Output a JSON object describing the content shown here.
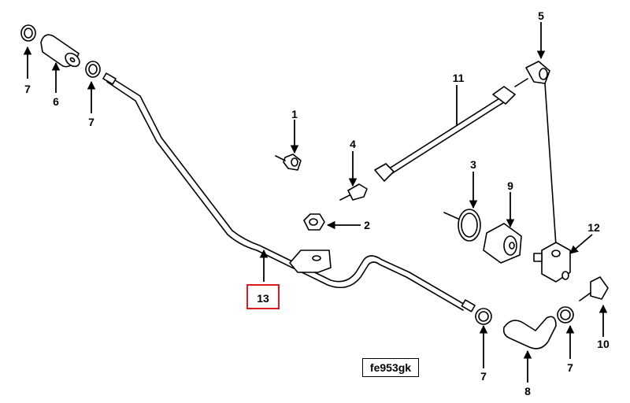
{
  "callouts": {
    "c1": "1",
    "c2": "2",
    "c3": "3",
    "c4": "4",
    "c5": "5",
    "c6": "6",
    "c7a": "7",
    "c7b": "7",
    "c7c": "7",
    "c7d": "7",
    "c8": "8",
    "c9": "9",
    "c10": "10",
    "c11": "11",
    "c12": "12",
    "c13": "13"
  },
  "figure_reference": "fe953gk",
  "highlight_color": "#e0191f"
}
